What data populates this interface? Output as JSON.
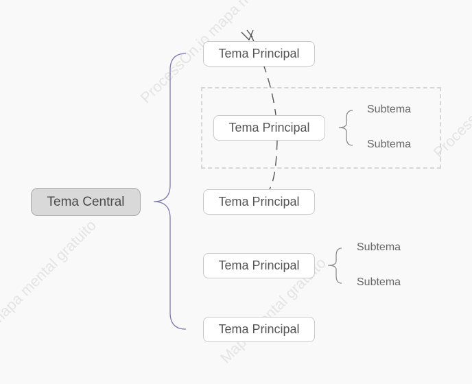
{
  "central_topic": "Tema Central",
  "main_topics": [
    "Tema Principal",
    "Tema Principal",
    "Tema Principal",
    "Tema Principal",
    "Tema Principal"
  ],
  "subtopics_group_2": [
    "Subtema",
    "Subtema"
  ],
  "subtopics_group_4": [
    "Subtema",
    "Subtema"
  ],
  "watermark": {
    "text_top": "ProcessOn.io mapa mental",
    "text_left": "mapa mental gratuito",
    "text_bottom": "Mapa mental gratuito",
    "text_right": "ProcessOn"
  },
  "colors": {
    "background": "#f9f9f9",
    "central_fill": "#d9d9d9",
    "main_bracket": "#7b78b0",
    "sub_bracket": "#8c8c8c",
    "boundary": "#d6d6d6",
    "relationship_line": "#555555"
  }
}
